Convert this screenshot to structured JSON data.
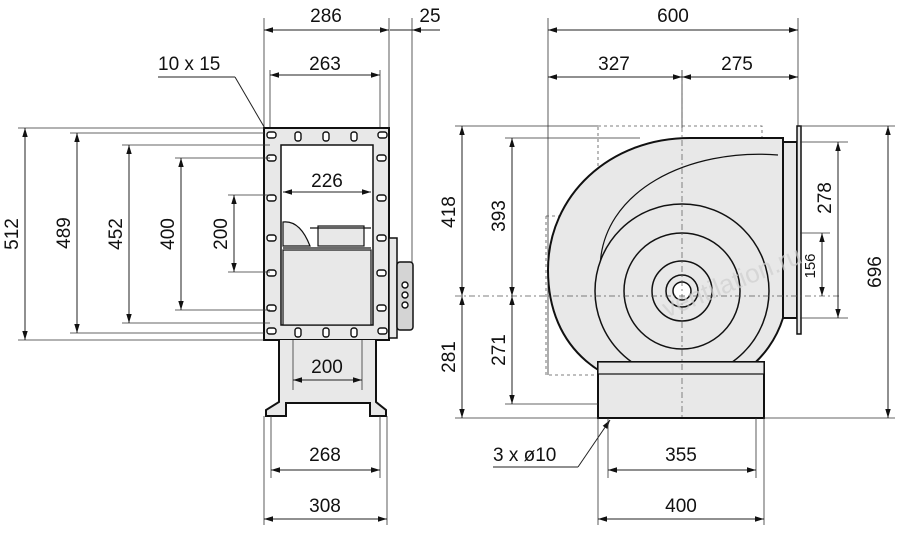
{
  "side_view": {
    "top_width_286": "286",
    "terminal_25": "25",
    "flange_263": "263",
    "hole_spec": "10 x 15",
    "inner_226": "226",
    "height_512": "512",
    "height_489": "489",
    "height_452": "452",
    "height_400": "400",
    "height_200": "200",
    "bottom_200": "200",
    "bottom_268": "268",
    "bottom_308": "308"
  },
  "front_view": {
    "width_600": "600",
    "left_327": "327",
    "right_275": "275",
    "height_418": "418",
    "height_393": "393",
    "height_281": "281",
    "height_271": "271",
    "outlet_278": "278",
    "outlet_156": "156",
    "total_696": "696",
    "base_holes": "3 x ø10",
    "base_355": "355",
    "base_400": "400"
  },
  "watermark": "ventilation.ru"
}
